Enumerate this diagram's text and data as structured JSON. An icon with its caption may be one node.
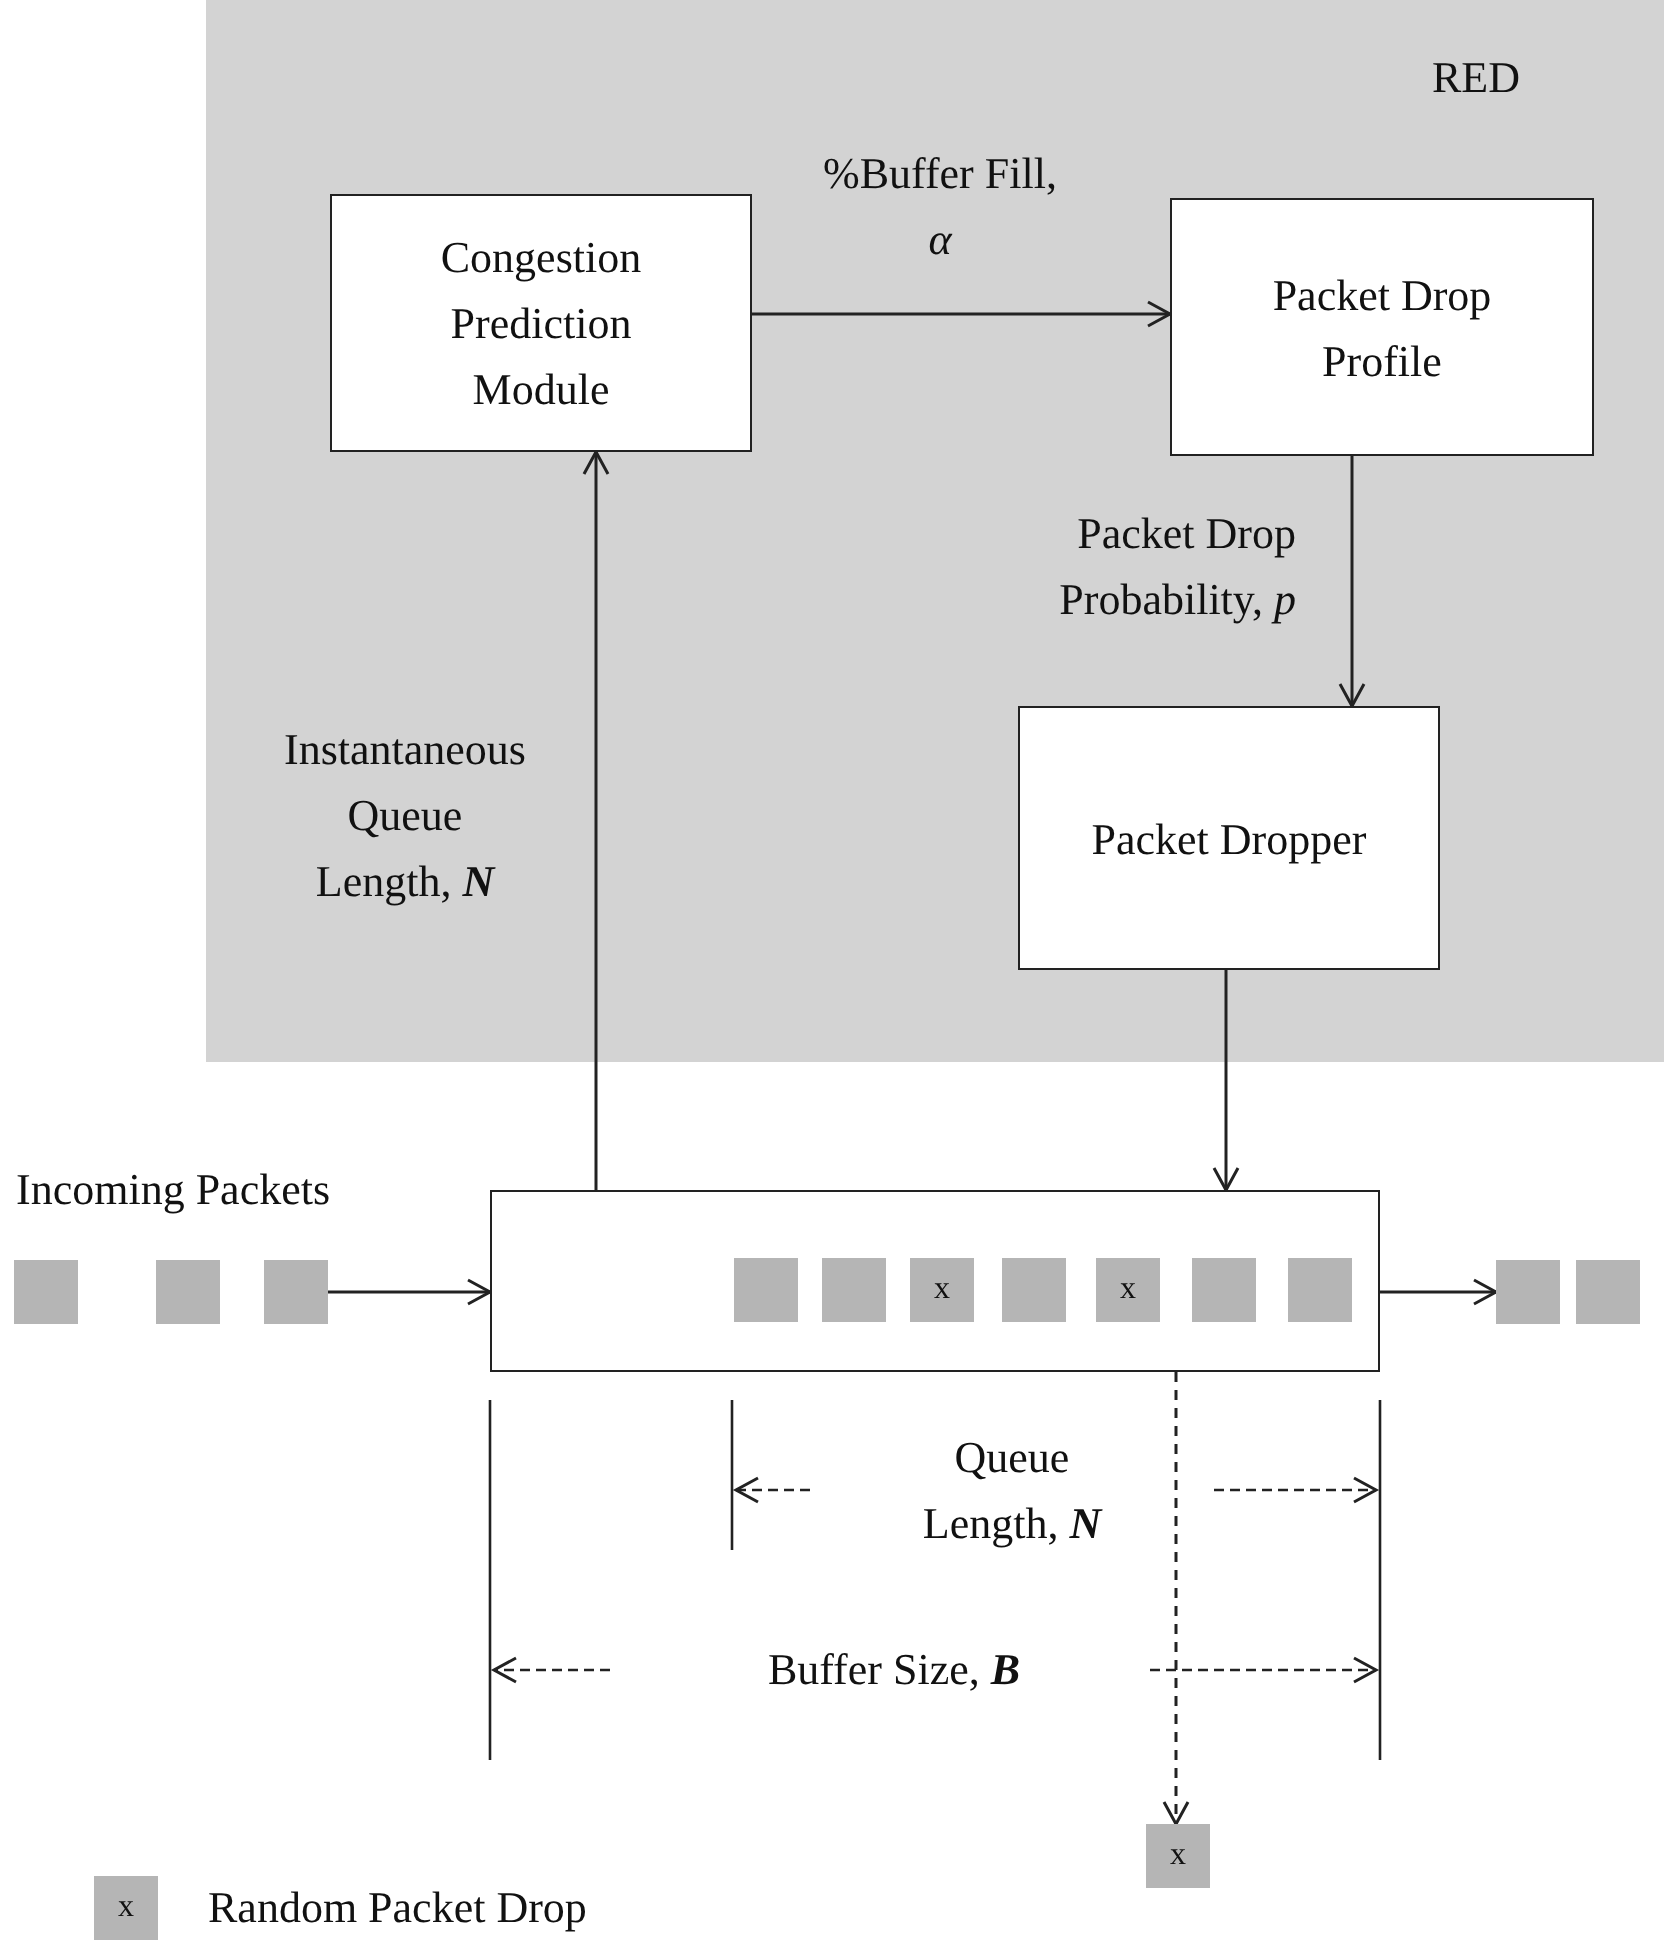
{
  "diagram": {
    "nodes": [
      {
        "text": [
          "RED"
        ]
      },
      {
        "text": [
          "Congestion Prediction Module"
        ],
        "in": 0
      },
      {
        "text": [
          "Packet Drop Profile"
        ],
        "in": 0
      },
      {
        "text": [
          "Packet Dropper"
        ],
        "in": 0
      },
      {
        "text": [],
        "shape": "box"
      },
      {
        "text": [],
        "shape": "box"
      },
      {
        "text": [],
        "shape": "box"
      },
      {
        "text": [],
        "shape": "box"
      },
      {
        "text": [],
        "shape": "box",
        "in": 7
      },
      {
        "text": [],
        "shape": "box",
        "in": 7
      },
      {
        "text": [
          "x"
        ],
        "in": 7
      },
      {
        "text": [],
        "shape": "box",
        "in": 7
      },
      {
        "text": [
          "x"
        ],
        "in": 7
      },
      {
        "text": [],
        "shape": "box",
        "in": 7
      },
      {
        "text": [],
        "shape": "box",
        "in": 7
      },
      {
        "text": [],
        "shape": "box"
      },
      {
        "text": [],
        "shape": "box"
      },
      {
        "text": [
          "x"
        ]
      }
    ],
    "edges": [
      {
        "from": 1,
        "to": 2,
        "arrow": "to",
        "label": "%Buffer Fill, *α*"
      },
      {
        "from": 2,
        "to": 3,
        "arrow": "to",
        "label": "Packet Drop Probability, *p*"
      },
      {
        "from": 7,
        "to": 1,
        "arrow": "to",
        "label": "Instantaneous Queue Length, **N**"
      },
      {
        "from": 3,
        "to": 7,
        "arrow": "to"
      },
      {
        "from": 6,
        "to": 7,
        "arrow": "to"
      },
      {
        "from": 7,
        "to": 15,
        "arrow": "to"
      },
      {
        "from": 7,
        "to": 17,
        "arrow": "to",
        "style": "dashed"
      }
    ],
    "labels": [
      "Incoming Packets",
      "Queue Length, **N**",
      "Buffer Size, **B**",
      "x"
    ],
    "legend": [
      {
        "text": "Random Packet Drop"
      }
    ]
  }
}
